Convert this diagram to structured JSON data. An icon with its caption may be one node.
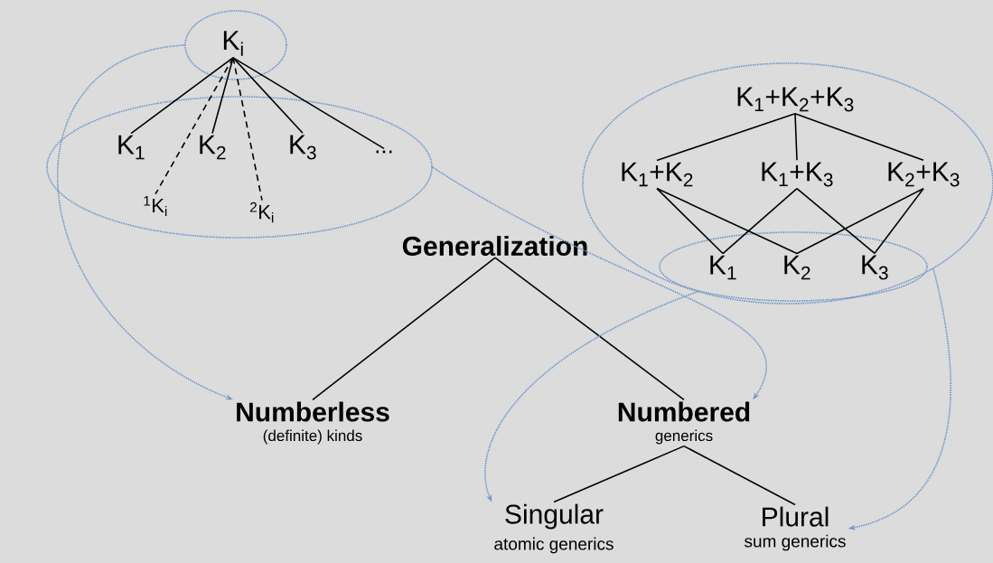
{
  "diagram": {
    "nodes": [
      {
        "text": [],
        "shape": "ellipse"
      },
      {
        "text": [
          "K$_{i}$"
        ],
        "in": 0
      },
      {
        "text": [],
        "shape": "ellipse"
      },
      {
        "text": [
          "K$_{1}$"
        ],
        "in": 2
      },
      {
        "text": [
          "K$_{2}$"
        ],
        "in": 2
      },
      {
        "text": [
          "K$_{3}$"
        ],
        "in": 2
      },
      {
        "text": [
          "..."
        ],
        "in": 2
      },
      {
        "text": [
          "$^{1}$K$_{i}$"
        ],
        "in": 2
      },
      {
        "text": [
          "$^{2}$K$_{i}$"
        ],
        "in": 2
      },
      {
        "text": [],
        "shape": "ellipse"
      },
      {
        "text": [
          "K$_{1}$+K$_{2}$+K$_{3}$"
        ],
        "in": 9
      },
      {
        "text": [
          "K$_{1}$+K$_{2}$"
        ],
        "in": 9
      },
      {
        "text": [
          "K$_{1}$+K$_{3}$"
        ],
        "in": 9
      },
      {
        "text": [
          "K$_{2}$+K$_{3}$"
        ],
        "in": 9
      },
      {
        "text": [],
        "shape": "ellipse",
        "in": 9
      },
      {
        "text": [
          "K$_{1}$"
        ],
        "in": 14
      },
      {
        "text": [
          "K$_{2}$"
        ],
        "in": 14
      },
      {
        "text": [
          "K$_{3}$"
        ],
        "in": 14
      },
      {
        "text": [
          "Generalization"
        ]
      },
      {
        "text": [
          "Numberless",
          "(definite) kinds"
        ]
      },
      {
        "text": [
          "Numbered",
          "generics"
        ]
      },
      {
        "text": [
          "Singular",
          "atomic generics"
        ]
      },
      {
        "text": [
          "Plural",
          "sum generics"
        ]
      }
    ],
    "edges": [
      {
        "from": 1,
        "to": 3,
        "arrow": "none"
      },
      {
        "from": 1,
        "to": 4,
        "arrow": "none"
      },
      {
        "from": 1,
        "to": 5,
        "arrow": "none"
      },
      {
        "from": 1,
        "to": 6,
        "arrow": "none"
      },
      {
        "from": 1,
        "to": 7,
        "arrow": "none",
        "style": "dashed"
      },
      {
        "from": 1,
        "to": 8,
        "arrow": "none",
        "style": "dashed"
      },
      {
        "from": 10,
        "to": 11,
        "arrow": "none"
      },
      {
        "from": 10,
        "to": 12,
        "arrow": "none"
      },
      {
        "from": 10,
        "to": 13,
        "arrow": "none"
      },
      {
        "from": 11,
        "to": 15,
        "arrow": "none"
      },
      {
        "from": 11,
        "to": 16,
        "arrow": "none"
      },
      {
        "from": 12,
        "to": 15,
        "arrow": "none"
      },
      {
        "from": 12,
        "to": 17,
        "arrow": "none"
      },
      {
        "from": 13,
        "to": 16,
        "arrow": "none"
      },
      {
        "from": 13,
        "to": 17,
        "arrow": "none"
      },
      {
        "from": 18,
        "to": 19,
        "arrow": "none"
      },
      {
        "from": 18,
        "to": 20,
        "arrow": "none"
      },
      {
        "from": 20,
        "to": 21,
        "arrow": "none"
      },
      {
        "from": 20,
        "to": 22,
        "arrow": "none"
      },
      {
        "from": 0,
        "to": 19,
        "arrow": "to",
        "style": "dashed",
        "color": "#6f96c8"
      },
      {
        "from": 2,
        "to": 20,
        "arrow": "to",
        "style": "dashed",
        "color": "#6f96c8"
      },
      {
        "from": 14,
        "to": 21,
        "arrow": "to",
        "style": "dashed",
        "color": "#6f96c8"
      },
      {
        "from": 9,
        "to": 22,
        "arrow": "to",
        "style": "dashed",
        "color": "#6f96c8"
      }
    ]
  }
}
